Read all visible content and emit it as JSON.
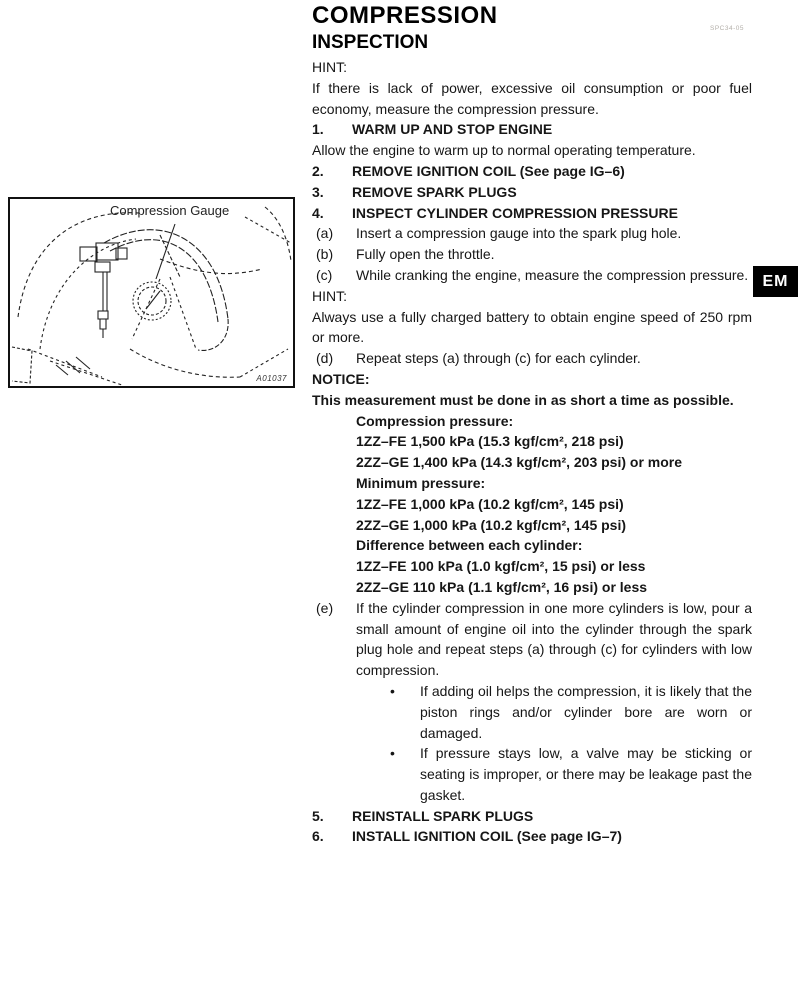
{
  "doc": {
    "header_code": "SPC34-05",
    "title": "COMPRESSION",
    "subtitle": "INSPECTION",
    "em_tab_label": "EM"
  },
  "figure": {
    "caption": "Compression Gauge",
    "figure_code": "A01037"
  },
  "body": {
    "hint1": {
      "label": "HINT:",
      "text": "If there is lack of power, excessive oil consumption or poor fuel economy, measure the compression pressure."
    },
    "steps": [
      {
        "num": "1.",
        "title": "WARM UP AND STOP ENGINE",
        "body": "Allow the engine to warm up to normal operating temperature."
      },
      {
        "num": "2.",
        "title": "REMOVE IGNITION COIL (See page IG–6)"
      },
      {
        "num": "3.",
        "title": "REMOVE SPARK PLUGS"
      },
      {
        "num": "4.",
        "title": "INSPECT CYLINDER COMPRESSION PRESSURE"
      }
    ],
    "substeps": [
      {
        "label": "(a)",
        "text": "Insert a compression gauge into the spark plug hole."
      },
      {
        "label": "(b)",
        "text": "Fully open the throttle."
      },
      {
        "label": "(c)",
        "text": "While cranking the engine, measure the compression pressure."
      }
    ],
    "hint2": {
      "label": "HINT:",
      "text": "Always use a fully charged battery to obtain engine speed of 250 rpm or more."
    },
    "substep_d": {
      "label": "(d)",
      "text": "Repeat steps (a) through (c) for each cylinder."
    },
    "notice": {
      "label": "NOTICE:",
      "text": "This measurement must be done in as short a time as possible."
    },
    "specs": [
      "Compression pressure:",
      "1ZZ–FE 1,500 kPa (15.3 kgf/cm², 218 psi)",
      "2ZZ–GE 1,400 kPa (14.3 kgf/cm², 203 psi) or more",
      "Minimum pressure:",
      "1ZZ–FE 1,000 kPa (10.2 kgf/cm², 145 psi)",
      "2ZZ–GE 1,000 kPa (10.2 kgf/cm², 145 psi)",
      "Difference between each cylinder:",
      "1ZZ–FE 100 kPa (1.0 kgf/cm², 15 psi) or less",
      "2ZZ–GE 110 kPa (1.1 kgf/cm², 16 psi) or less"
    ],
    "substep_e": {
      "label": "(e)",
      "text": "If the cylinder compression in one more cylinders is low, pour a small amount of engine oil into the cylinder through the spark plug hole and repeat steps (a) through (c) for cylinders with low compression."
    },
    "bullet_glyph": "•",
    "bullets": [
      "If adding oil helps the compression, it is likely that the piston rings and/or cylinder bore are worn or damaged.",
      "If pressure stays low, a valve may be sticking or seating is improper, or there may be leakage past the gasket."
    ],
    "steps2": [
      {
        "num": "5.",
        "title": "REINSTALL SPARK PLUGS"
      },
      {
        "num": "6.",
        "title": "INSTALL IGNITION COIL (See page IG–7)"
      }
    ]
  }
}
